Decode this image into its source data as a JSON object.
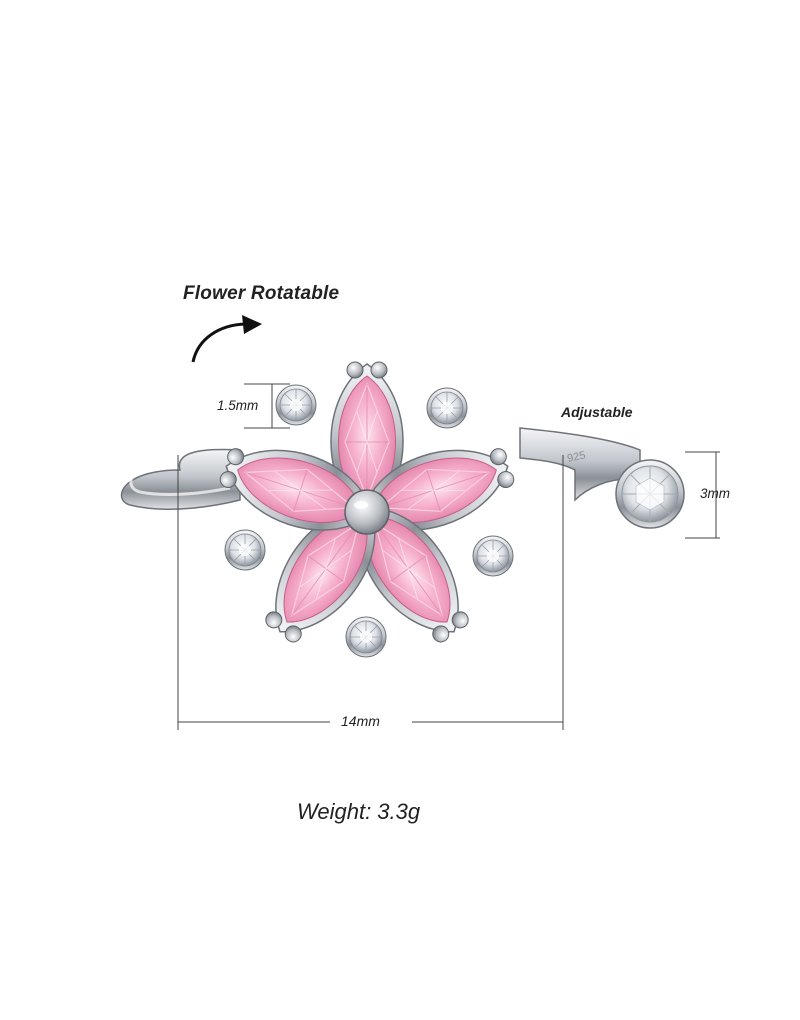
{
  "annotations": {
    "flower_rotatable": "Flower Rotatable",
    "adjustable": "Adjustable",
    "petal_width": "1.5mm",
    "stone_size": "3mm",
    "flower_diameter": "14mm",
    "weight": "Weight: 3.3g"
  },
  "colors": {
    "petal_pink": "#f4a7c4",
    "petal_deep": "#e87fa8",
    "silver": "#c9ccd1",
    "silver_dark": "#7f858d",
    "measure_line": "#444444",
    "text": "#222222"
  },
  "icons": {
    "rotate_arrow": "curved-arrow-icon"
  }
}
